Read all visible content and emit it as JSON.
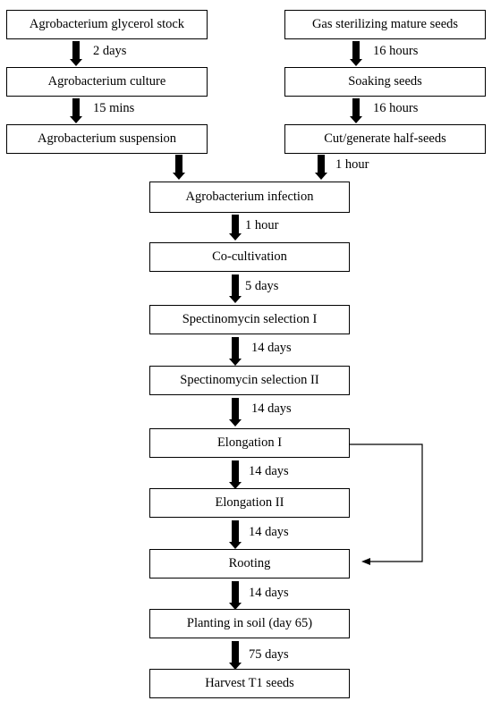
{
  "left_column": {
    "step1": "Agrobacterium glycerol stock",
    "dur1": "2 days",
    "step2": "Agrobacterium culture",
    "dur2": "15 mins",
    "step3": "Agrobacterium suspension"
  },
  "right_column": {
    "step1": "Gas sterilizing mature seeds",
    "dur1": "16 hours",
    "step2": "Soaking seeds",
    "dur2": "16 hours",
    "step3": "Cut/generate half-seeds",
    "dur3": "1 hour"
  },
  "main": {
    "infection": "Agrobacterium infection",
    "dur_infection": "1 hour",
    "cocultivation": "Co-cultivation",
    "dur_cocultivation": "5 days",
    "selection1": "Spectinomycin selection I",
    "dur_selection1": "14 days",
    "selection2": "Spectinomycin selection II",
    "dur_selection2": "14 days",
    "elongation1": "Elongation  I",
    "dur_elongation1": "14 days",
    "elongation2": "Elongation II",
    "dur_elongation2": "14 days",
    "rooting": "Rooting",
    "dur_rooting": "14 days",
    "planting": "Planting in soil (day 65)",
    "dur_planting": "75 days",
    "harvest": "Harvest T1 seeds"
  }
}
